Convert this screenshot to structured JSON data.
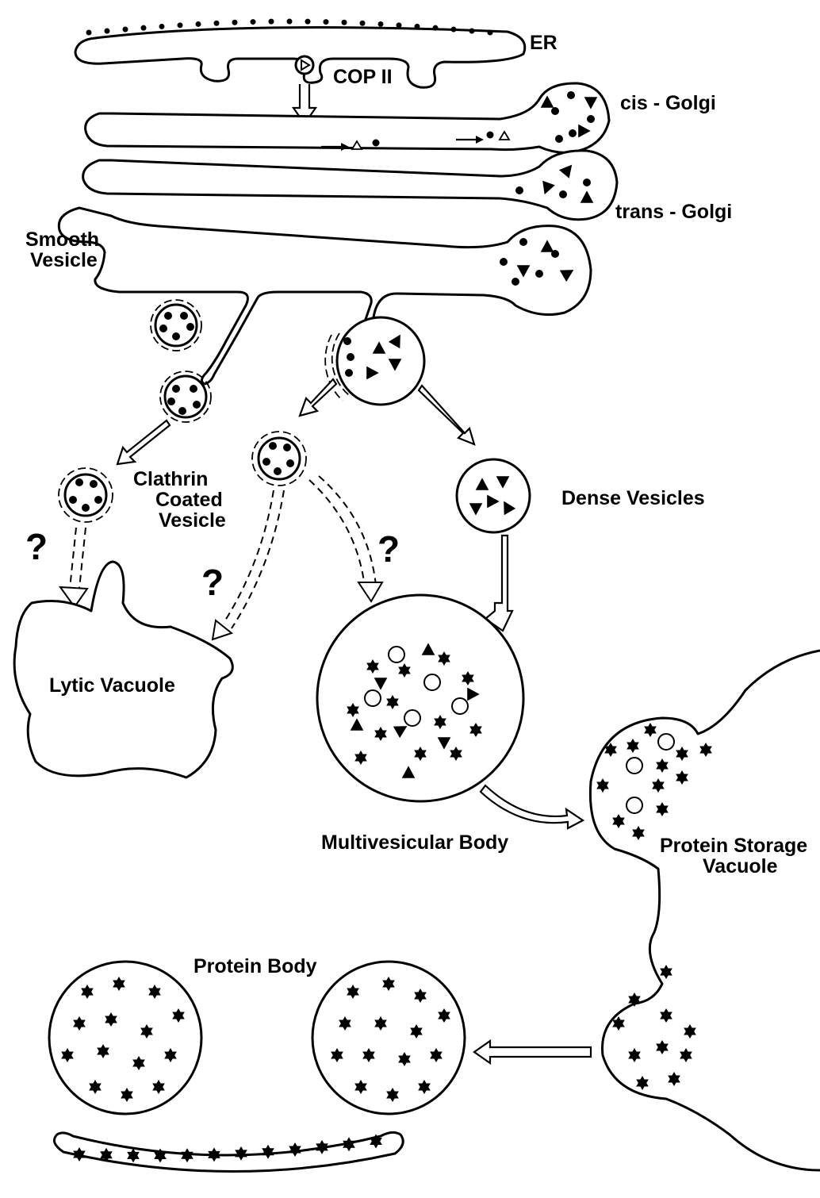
{
  "labels": {
    "er": "ER",
    "cop2": "COP II",
    "cis_golgi": "cis - Golgi",
    "trans_golgi": "trans - Golgi",
    "smooth_vesicle_1": "Smooth",
    "smooth_vesicle_2": "Vesicle",
    "clathrin_1": "Clathrin",
    "clathrin_2": "Coated",
    "clathrin_3": "Vesicle",
    "dense_vesicles": "Dense Vesicles",
    "lytic_vacuole": "Lytic Vacuole",
    "multivesicular_body": "Multivesicular Body",
    "psv_1": "Protein Storage",
    "psv_2": "Vacuole",
    "protein_body": "Protein Body"
  },
  "question_marks": [
    "?",
    "?",
    "?"
  ],
  "colors": {
    "line": "#000000",
    "fill": "#ffffff"
  }
}
